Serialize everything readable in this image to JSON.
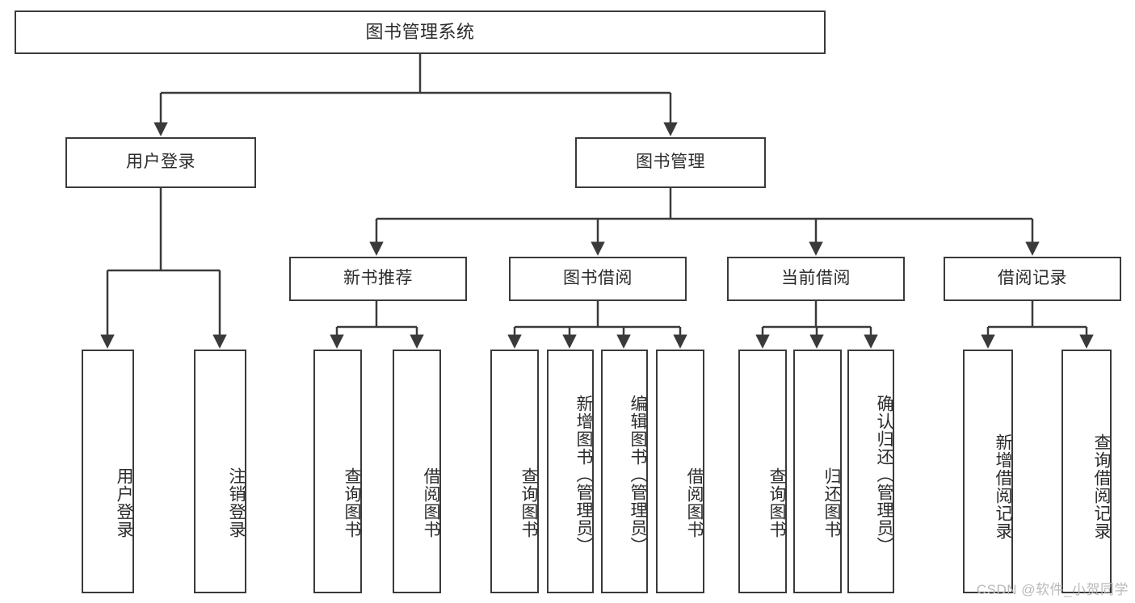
{
  "diagram": {
    "title": "图书管理系统",
    "type": "功能结构图",
    "colors": {
      "stroke": "#3a3a3a",
      "text": "#2b2b2b",
      "background": "#ffffff",
      "watermark": "#b9b9b9"
    },
    "watermark": "CSDN @软件_小贺同学",
    "nodes": {
      "root": {
        "label": "图书管理系统"
      },
      "level2": [
        {
          "id": "user-login",
          "label": "用户登录"
        },
        {
          "id": "book-management",
          "label": "图书管理"
        }
      ],
      "level3": [
        {
          "id": "new-book-recommend",
          "label": "新书推荐"
        },
        {
          "id": "book-borrow",
          "label": "图书借阅"
        },
        {
          "id": "current-borrow",
          "label": "当前借阅"
        },
        {
          "id": "borrow-record",
          "label": "借阅记录"
        }
      ],
      "leaves": [
        {
          "id": "leaf-user-login",
          "label": "用户登录",
          "parent": "user-login"
        },
        {
          "id": "leaf-logout-login",
          "label": "注销登录",
          "parent": "user-login"
        },
        {
          "id": "leaf-query-book-1",
          "label": "查询图书",
          "parent": "new-book-recommend"
        },
        {
          "id": "leaf-borrow-book-1",
          "label": "借阅图书",
          "parent": "new-book-recommend"
        },
        {
          "id": "leaf-query-book-2",
          "label": "查询图书",
          "parent": "book-borrow"
        },
        {
          "id": "leaf-add-book-admin",
          "label": "新增图书（管理员）",
          "parent": "book-borrow"
        },
        {
          "id": "leaf-edit-book-admin",
          "label": "编辑图书（管理员）",
          "parent": "book-borrow"
        },
        {
          "id": "leaf-borrow-book-2",
          "label": "借阅图书",
          "parent": "book-borrow"
        },
        {
          "id": "leaf-query-book-3",
          "label": "查询图书",
          "parent": "current-borrow"
        },
        {
          "id": "leaf-return-book",
          "label": "归还图书",
          "parent": "current-borrow"
        },
        {
          "id": "leaf-confirm-return-admin",
          "label": "确认归还（管理员）",
          "parent": "current-borrow"
        },
        {
          "id": "leaf-add-borrow-record",
          "label": "新增借阅记录",
          "parent": "borrow-record"
        },
        {
          "id": "leaf-query-borrow-record",
          "label": "查询借阅记录",
          "parent": "borrow-record"
        }
      ]
    }
  }
}
